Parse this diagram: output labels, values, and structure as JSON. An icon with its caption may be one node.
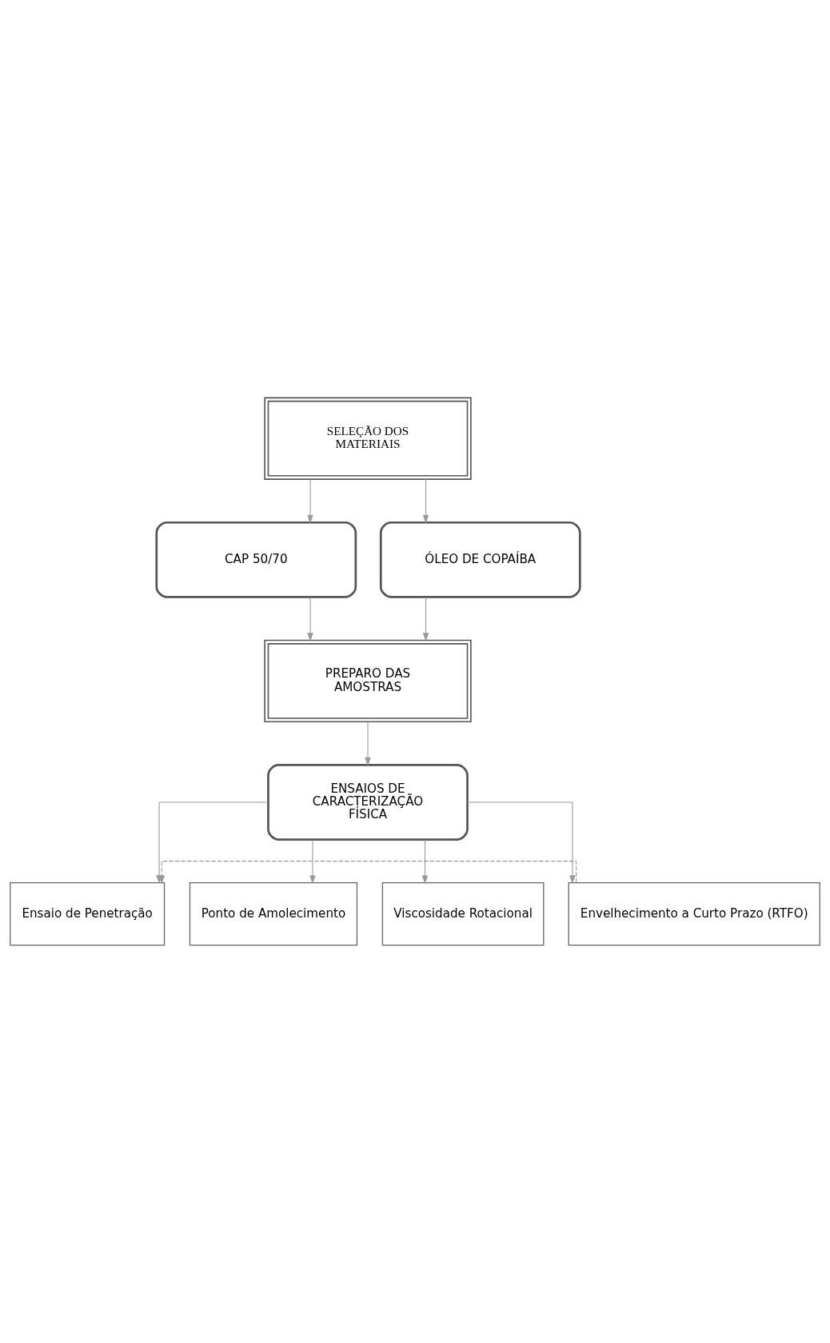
{
  "diagram": {
    "nodes": [
      {
        "text": [
          "SELEÇÃO DOS MATERIAIS"
        ]
      },
      {
        "text": [
          "CAP 50/70"
        ]
      },
      {
        "text": [
          "ÓLEO DE COPAÍBA"
        ]
      },
      {
        "text": [
          "PREPARO DAS AMOSTRAS"
        ]
      },
      {
        "text": [
          "ENSAIOS DE CARACTERIZAÇÃO FÍSICA"
        ]
      },
      {
        "text": [
          "Ensaio de Penetração"
        ]
      },
      {
        "text": [
          "Ponto de Amolecimento"
        ]
      },
      {
        "text": [
          "Viscosidade Rotacional"
        ]
      },
      {
        "text": [
          "Envelhecimento a Curto Prazo (RTFO)"
        ]
      }
    ],
    "edges": [
      {
        "from": 0,
        "to": 1,
        "arrow": "to"
      },
      {
        "from": 0,
        "to": 2,
        "arrow": "to"
      },
      {
        "from": 1,
        "to": 3,
        "arrow": "to"
      },
      {
        "from": 2,
        "to": 3,
        "arrow": "to"
      },
      {
        "from": 3,
        "to": 4,
        "arrow": "to"
      },
      {
        "from": 4,
        "to": 5,
        "arrow": "to"
      },
      {
        "from": 4,
        "to": 6,
        "arrow": "to"
      },
      {
        "from": 4,
        "to": 7,
        "arrow": "to"
      },
      {
        "from": 4,
        "to": 8,
        "arrow": "to"
      },
      {
        "from": 8,
        "to": 5,
        "arrow": "to",
        "style": "dashed"
      }
    ]
  }
}
